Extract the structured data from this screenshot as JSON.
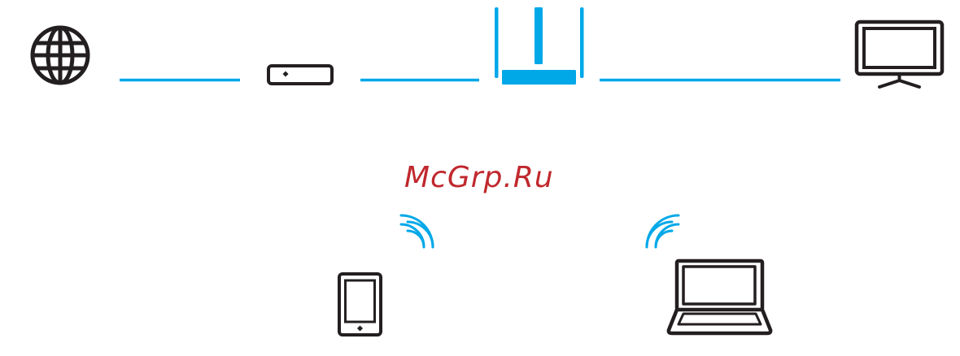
{
  "diagram": {
    "watermark_text": "McGrp.Ru",
    "nodes": [
      {
        "id": "internet",
        "icon": "globe-icon",
        "role": "internet"
      },
      {
        "id": "modem",
        "icon": "modem-icon",
        "role": "modem"
      },
      {
        "id": "router",
        "icon": "router-icon",
        "role": "router"
      },
      {
        "id": "tv",
        "icon": "tv-icon",
        "role": "wired client"
      },
      {
        "id": "smartphone",
        "icon": "smartphone-icon",
        "role": "wireless client"
      },
      {
        "id": "laptop",
        "icon": "laptop-icon",
        "role": "wireless client"
      }
    ],
    "wired_links": [
      {
        "from": "internet",
        "to": "modem"
      },
      {
        "from": "modem",
        "to": "router"
      },
      {
        "from": "router",
        "to": "tv"
      }
    ],
    "wireless_links": [
      {
        "device": "smartphone",
        "icon": "wifi-signal-icon"
      },
      {
        "device": "laptop",
        "icon": "wifi-signal-icon"
      }
    ]
  },
  "colors": {
    "accent": "#00a8e8",
    "outline": "#231f20",
    "watermark": "#c0282d"
  }
}
